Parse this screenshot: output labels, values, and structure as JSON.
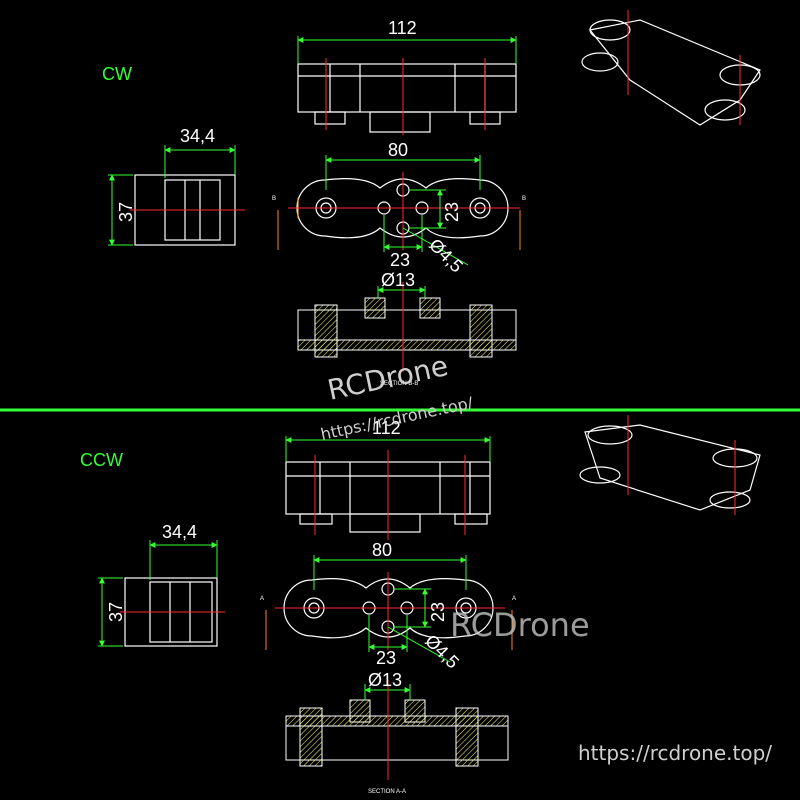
{
  "labels": {
    "top": "CW",
    "bottom": "CCW"
  },
  "dims": {
    "length": "112",
    "width": "34,4",
    "height": "37",
    "spacing": "80",
    "hole_x": "23",
    "hole_y": "23",
    "hole_dia": "Ø4,5",
    "shaft_dia": "Ø13"
  },
  "section_marks": {
    "top": "B",
    "bottom": "A"
  },
  "section_titles": {
    "top": "SECTION B-B",
    "bottom": "SECTION A-A"
  },
  "watermark": {
    "brand": "RCDrone",
    "url": "https://rcdrone.top/"
  },
  "colors": {
    "dimension": "#33ff33",
    "outline": "#ffffff",
    "center": "#ff2a2a",
    "hatch": "#ffff66",
    "divider": "#33ff33",
    "section": "#ff8800"
  }
}
